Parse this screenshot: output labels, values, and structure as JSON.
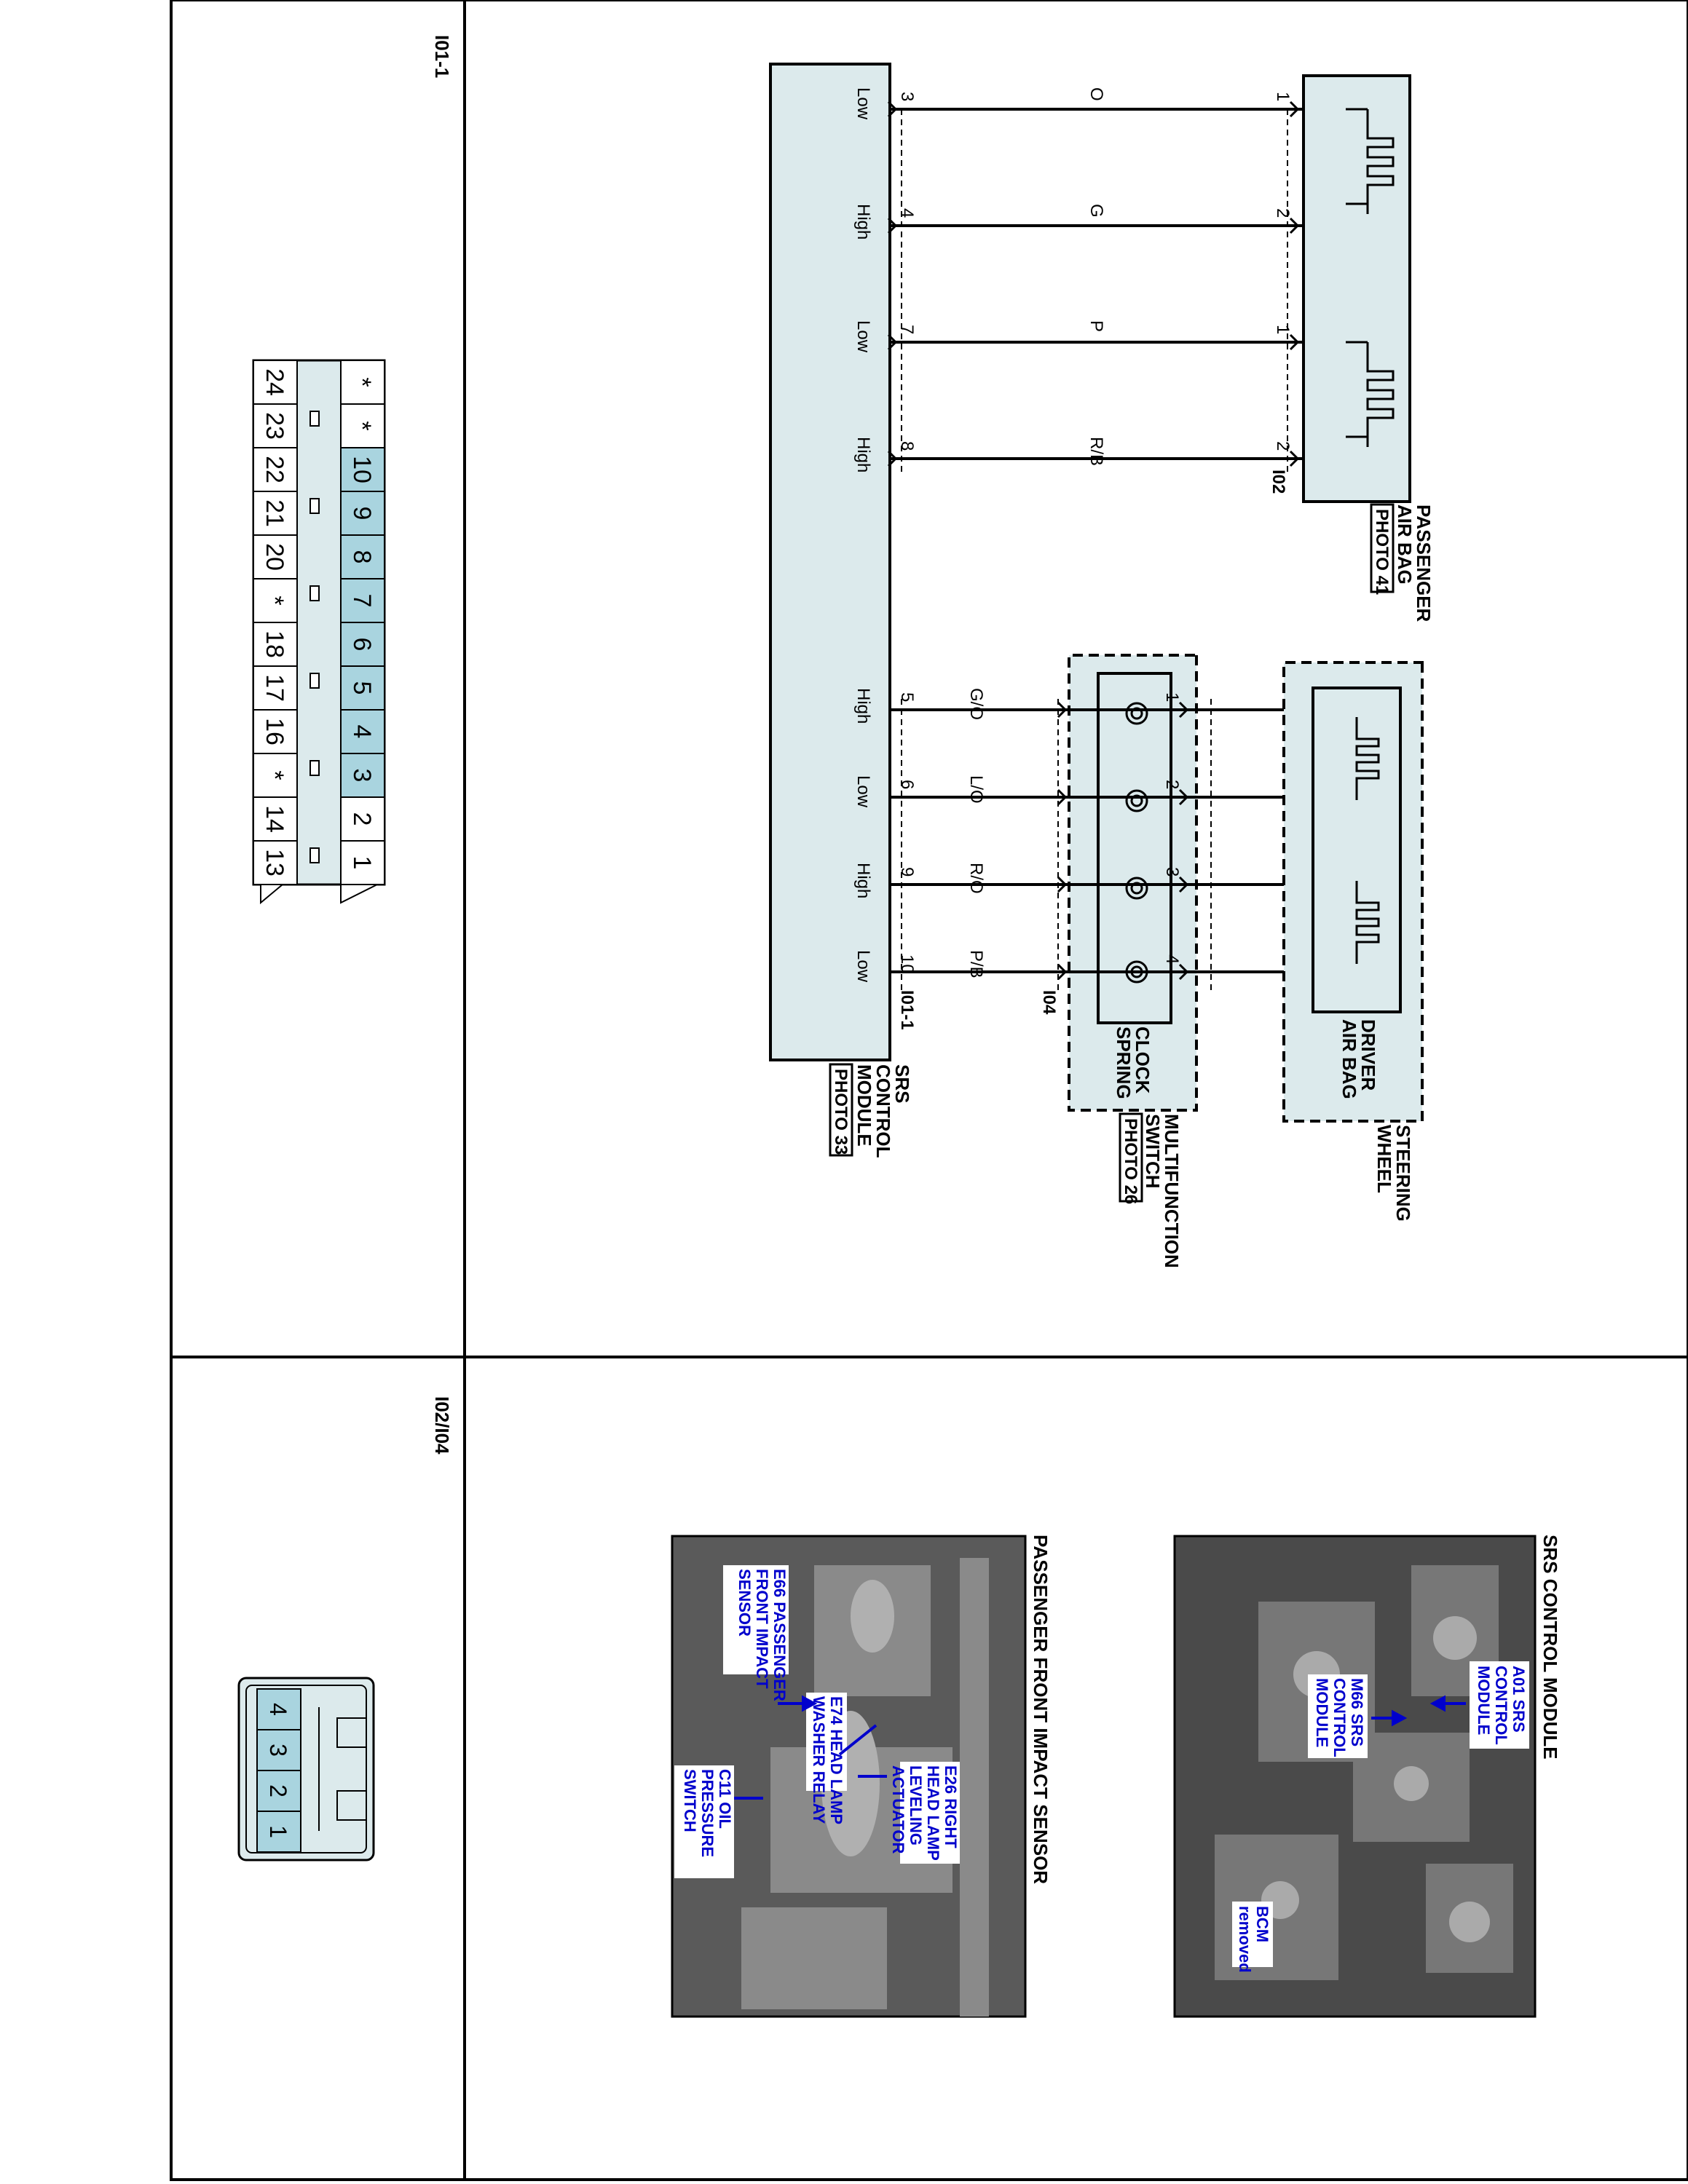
{
  "sections": {
    "top_connector_title": "I01-1",
    "bottom_connector_title": "I02/I04"
  },
  "components": {
    "passenger_airbag": [
      "PASSENGER",
      "AIR BAG"
    ],
    "passenger_airbag_photo": "PHOTO 41",
    "steering_wheel": [
      "STEERING",
      "WHEEL"
    ],
    "driver_airbag": [
      "DRIVER",
      "AIR BAG"
    ],
    "multifunction_switch": [
      "MULTIFUNCTION",
      "SWITCH"
    ],
    "clock_spring": [
      "CLOCK",
      "SPRING"
    ],
    "multifunction_photo": "PHOTO 26",
    "srs_module": [
      "SRS",
      "CONTROL",
      "MODULE"
    ],
    "srs_module_photo": "PHOTO 33"
  },
  "connector_refs": {
    "i02": "I02",
    "i04": "I04",
    "i01_1": "I01-1"
  },
  "wires": [
    {
      "id": "w1",
      "src_pin": "1",
      "color": "O",
      "dst_pin": "3",
      "signal": "Low"
    },
    {
      "id": "w2",
      "src_pin": "2",
      "color": "G",
      "dst_pin": "4",
      "signal": "High"
    },
    {
      "id": "w3",
      "src_pin": "1",
      "color": "P",
      "dst_pin": "7",
      "signal": "Low"
    },
    {
      "id": "w4",
      "src_pin": "2",
      "color": "R/B",
      "dst_pin": "8",
      "signal": "High"
    },
    {
      "id": "w5",
      "src_pin": "1",
      "color": "G/O",
      "dst_pin": "5",
      "signal": "High"
    },
    {
      "id": "w6",
      "src_pin": "2",
      "color": "L/O",
      "dst_pin": "6",
      "signal": "Low"
    },
    {
      "id": "w7",
      "src_pin": "3",
      "color": "R/O",
      "dst_pin": "9",
      "signal": "High"
    },
    {
      "id": "w8",
      "src_pin": "4",
      "color": "P/B",
      "dst_pin": "10",
      "signal": "Low"
    }
  ],
  "i01_connector": {
    "row_top": [
      "*",
      "*",
      "10",
      "9",
      "8",
      "7",
      "6",
      "5",
      "4",
      "3",
      "2",
      "1"
    ],
    "row_bottom": [
      "24",
      "23",
      "22",
      "21",
      "20",
      "*",
      "18",
      "17",
      "16",
      "*",
      "14",
      "13"
    ],
    "highlighted_pins": [
      "10",
      "9",
      "8",
      "7",
      "6",
      "5",
      "4",
      "3"
    ]
  },
  "i02_connector": {
    "pins": [
      "4",
      "3",
      "2",
      "1"
    ]
  },
  "photos": {
    "srs_title": "SRS CONTROL MODULE",
    "srs_labels": [
      [
        "A01 SRS",
        "CONTROL",
        "MODULE"
      ],
      [
        "M66 SRS",
        "CONTROL",
        "MODULE"
      ],
      [
        "BCM",
        "removed"
      ]
    ],
    "passenger_title": "PASSENGER FRONT IMPACT SENSOR",
    "passenger_labels": [
      [
        "E66 PASSENGER",
        "FRONT IMPACT",
        "SENSOR"
      ],
      [
        "E74 HEAD LAMP",
        "WASHER RELAY"
      ],
      [
        "C11 OIL",
        "PRESSURE",
        "SWITCH"
      ],
      [
        "E26 RIGHT",
        "HEAD LAMP",
        "LEVELING",
        "ACTUATOR"
      ]
    ]
  }
}
